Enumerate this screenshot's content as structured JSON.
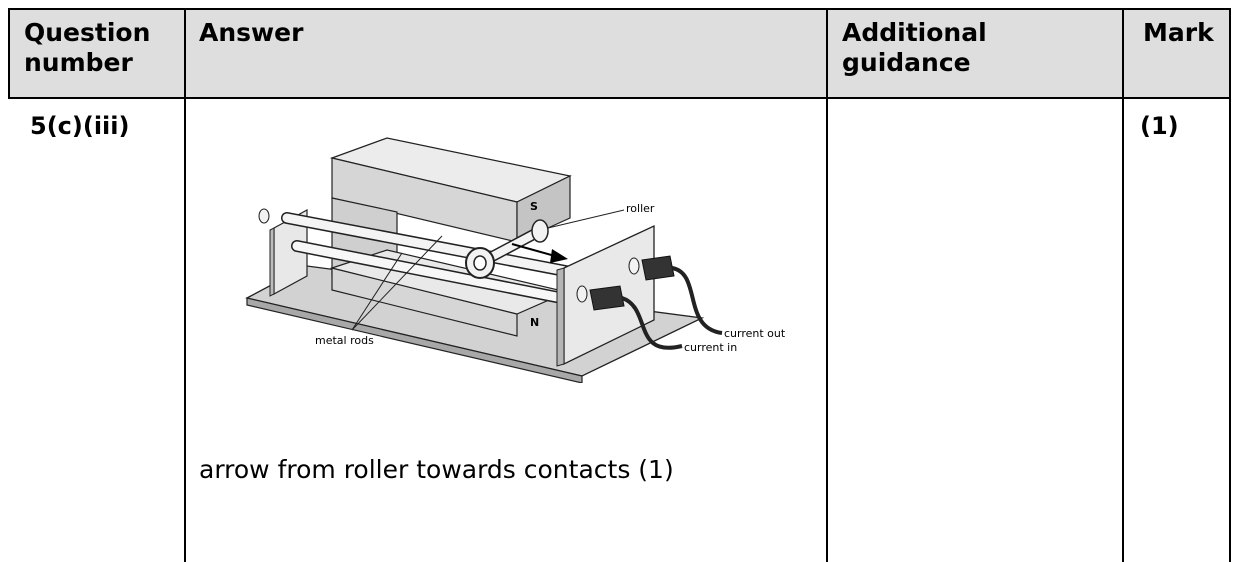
{
  "table": {
    "headers": {
      "question": "Question number",
      "answer": "Answer",
      "guidance": "Additional guidance",
      "mark": "Mark"
    },
    "row": {
      "question_number": "5(c)(iii)",
      "answer_text": "arrow from roller towards contacts (1)",
      "guidance": "",
      "mark": "(1)"
    }
  },
  "diagram": {
    "labels": {
      "pole_top": "S",
      "pole_bottom": "N",
      "roller": "roller",
      "rods": "metal rods",
      "current_out": "current out",
      "current_in": "current in"
    }
  }
}
